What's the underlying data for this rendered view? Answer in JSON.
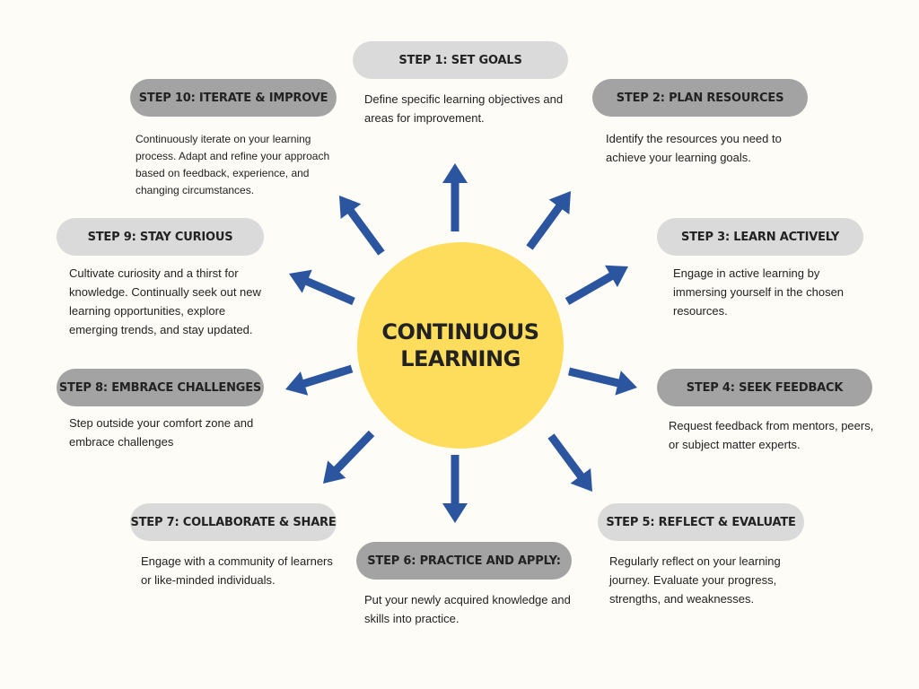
{
  "center": {
    "title_lines": [
      "CONTINUOUS",
      "LEARNING"
    ]
  },
  "colors": {
    "center": "#fddd5b",
    "arrow": "#2b559e",
    "pill_light": "#dadada",
    "pill_dark": "#a3a3a3",
    "background": "#fdfcf6"
  },
  "steps": [
    {
      "label": "STEP 1: SET GOALS",
      "desc": [
        "Define specific learning objectives and",
        "areas for improvement."
      ]
    },
    {
      "label": "STEP 2: PLAN RESOURCES",
      "desc": [
        "Identify the resources you need to",
        "achieve your learning goals."
      ]
    },
    {
      "label": "STEP 3: LEARN ACTIVELY",
      "desc": [
        "Engage in active learning by",
        "immersing yourself in the chosen",
        "resources."
      ]
    },
    {
      "label": "STEP 4: SEEK FEEDBACK",
      "desc": [
        "Request feedback from mentors, peers,",
        "or subject matter experts."
      ]
    },
    {
      "label": "STEP 5: REFLECT & EVALUATE",
      "desc": [
        "Regularly reflect on your learning",
        "journey. Evaluate your progress,",
        "strengths, and weaknesses."
      ]
    },
    {
      "label": "STEP 6: PRACTICE AND APPLY:",
      "desc": [
        "Put your newly acquired knowledge and",
        "skills into practice."
      ]
    },
    {
      "label": "STEP 7: COLLABORATE & SHARE",
      "desc": [
        "Engage with a community of learners",
        "or like-minded individuals."
      ]
    },
    {
      "label": "STEP 8: EMBRACE CHALLENGES",
      "desc": [
        "Step outside your comfort zone and",
        "embrace challenges"
      ]
    },
    {
      "label": "STEP 9: STAY CURIOUS",
      "desc": [
        "Cultivate curiosity and a thirst for",
        "knowledge. Continually seek out new",
        "learning opportunities, explore",
        "emerging trends, and stay updated."
      ]
    },
    {
      "label": "STEP 10: ITERATE & IMPROVE",
      "desc": [
        "Continuously iterate on your learning",
        "process. Adapt and refine your approach",
        "based on feedback, experience, and",
        "changing circumstances."
      ]
    }
  ]
}
